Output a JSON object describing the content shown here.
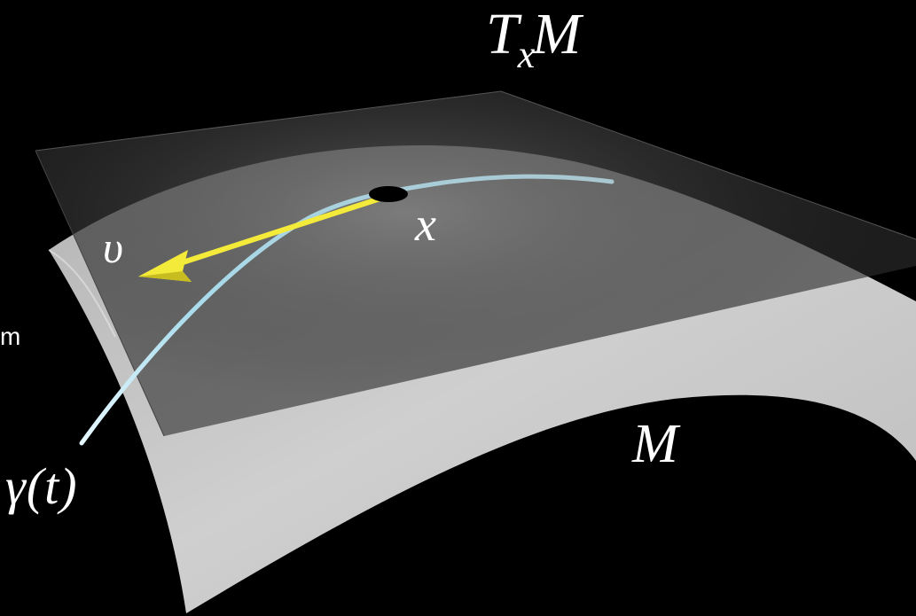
{
  "labels": {
    "tangent_space_main": "T",
    "tangent_space_sub": "x",
    "tangent_space_end": "M",
    "point": "x",
    "vector": "υ",
    "manifold": "M",
    "curve": "γ(t)"
  },
  "cropped_text": "m",
  "colors": {
    "background": "#000000",
    "manifold_surface": "#c8c8c8",
    "tangent_plane": "#3a3a3a",
    "vector_arrow": "#f4ea3a",
    "curve": "#bfe6f2",
    "point": "#000000",
    "labels": "#ffffff"
  }
}
